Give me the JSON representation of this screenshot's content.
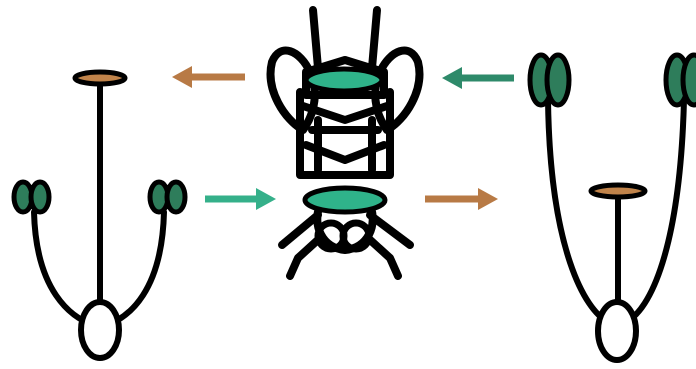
{
  "colors": {
    "ink": "#000000",
    "background": "#ffffff",
    "pollinarium_green": "#2e7d5b",
    "stigma_brown": "#c0834a",
    "arrow_green": "#2e8a6a",
    "arrow_teal": "#35b08a",
    "arrow_brown": "#b87a45",
    "insect_marking": "#2fb38a",
    "disc_white": "#ffffff"
  },
  "figures": [
    {
      "id": "left-flower-structure",
      "description_icon": "pollinium-pair-with-stigma-left"
    },
    {
      "id": "center-insect",
      "description_icon": "insect-icon"
    },
    {
      "id": "right-flower-structure",
      "description_icon": "pollinium-pair-with-stigma-right"
    }
  ],
  "arrows": [
    {
      "id": "arrow-top-left",
      "direction": "left",
      "color_key": "arrow_brown"
    },
    {
      "id": "arrow-top-right",
      "direction": "left",
      "color_key": "arrow_green"
    },
    {
      "id": "arrow-bottom-left",
      "direction": "right",
      "color_key": "arrow_teal"
    },
    {
      "id": "arrow-bottom-right",
      "direction": "right",
      "color_key": "arrow_brown"
    }
  ]
}
